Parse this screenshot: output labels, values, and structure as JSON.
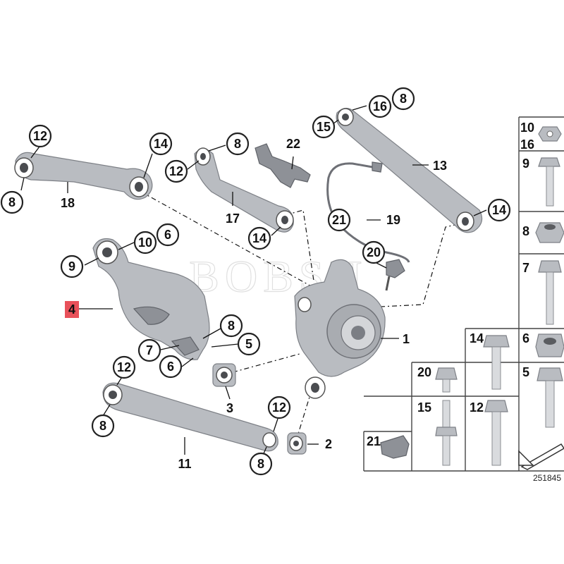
{
  "watermark": "BOBSH",
  "ref_number": "251845",
  "highlight": {
    "label": "4",
    "color": "#e8515a"
  },
  "callouts": {
    "c12a": "12",
    "c14a": "14",
    "c8a": "8",
    "c18": "18",
    "c8b": "8",
    "c12b": "12",
    "c17": "17",
    "c14b": "14",
    "c22": "22",
    "c15": "15",
    "c16": "16",
    "c8c": "8",
    "c13": "13",
    "c21": "21",
    "c19": "19",
    "c14c": "14",
    "c20": "20",
    "c10": "10",
    "c6a": "6",
    "c9": "9",
    "c8d": "8",
    "c5": "5",
    "c7": "7",
    "c6b": "6",
    "c3": "3",
    "c1": "1",
    "c12c": "12",
    "c8e": "8",
    "c11": "11",
    "c12d": "12",
    "c2": "2",
    "c8f": "8"
  },
  "fastener_table": {
    "cells": {
      "r1": "10",
      "r1b": "16",
      "r2": "9",
      "r3": "8",
      "r4": "7",
      "r5a": "14",
      "r5b": "6",
      "r6a": "20",
      "r6b": "5",
      "r7a": "15",
      "r7b": "12",
      "r8": "21"
    }
  }
}
